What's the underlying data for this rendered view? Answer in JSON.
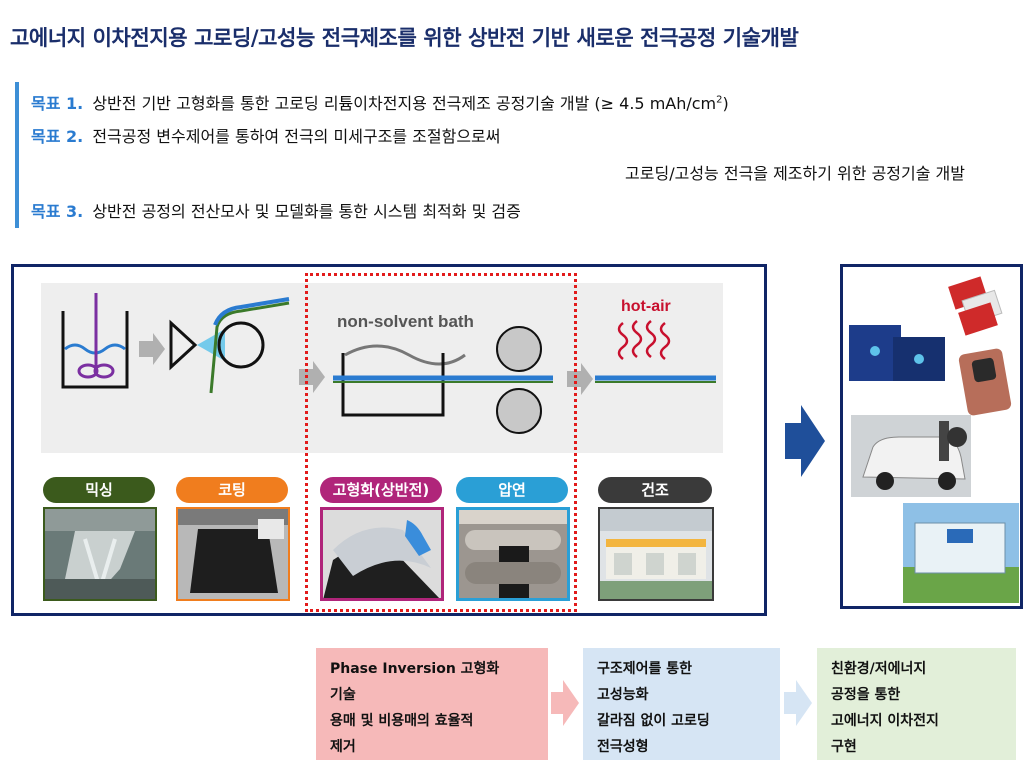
{
  "title": "고에너지 이차전지용 고로딩/고성능 전극제조를 위한 상반전 기반 새로운 전극공정 기술개발",
  "goals": [
    {
      "label": "목표 1.",
      "text": "상반전 기반 고형화를 통한 고로딩 리튬이차전지용 전극제조 공정기술 개발 (≥ 4.5 mAh/cm",
      "sup": "2",
      "tail": ")"
    },
    {
      "label": "목표 2.",
      "text": "전극공정 변수제어를 통하여 전극의 미세구조를 조절함으로써",
      "cont": "고로딩/고성능 전극을 제조하기 위한 공정기술 개발"
    },
    {
      "label": "목표 3.",
      "text": "상반전 공정의 전산모사 및 모델화를 통한 시스템 최적화 및 검증"
    }
  ],
  "schema": {
    "bath_label": "non-solvent bath",
    "hot_air_label": "hot-air"
  },
  "steps": [
    {
      "label": "믹싱",
      "color": "#3b5a1c"
    },
    {
      "label": "코팅",
      "color": "#f07d1e"
    },
    {
      "label": "고형화(상반전)",
      "color": "#b0257a"
    },
    {
      "label": "압연",
      "color": "#2a9fd6"
    },
    {
      "label": "건조",
      "color": "#3a3a3a"
    }
  ],
  "colors": {
    "navy": "#102566",
    "highlight": "#e21b1b",
    "film_blue": "#2a7bd0",
    "film_green": "#3b7a2a",
    "hot_air": "#c8102e"
  },
  "bottom": [
    {
      "lines": [
        "Phase Inversion 고형화",
        "기술",
        "용매 및 비용매의 효율적",
        "제거"
      ]
    },
    {
      "lines": [
        "구조제어를 통한",
        "고성능화",
        "갈라짐 없이 고로딩",
        "전극성형"
      ]
    },
    {
      "lines": [
        "친환경/저에너지",
        "공정을 통한",
        "고에너지 이차전지",
        "구현"
      ]
    }
  ]
}
